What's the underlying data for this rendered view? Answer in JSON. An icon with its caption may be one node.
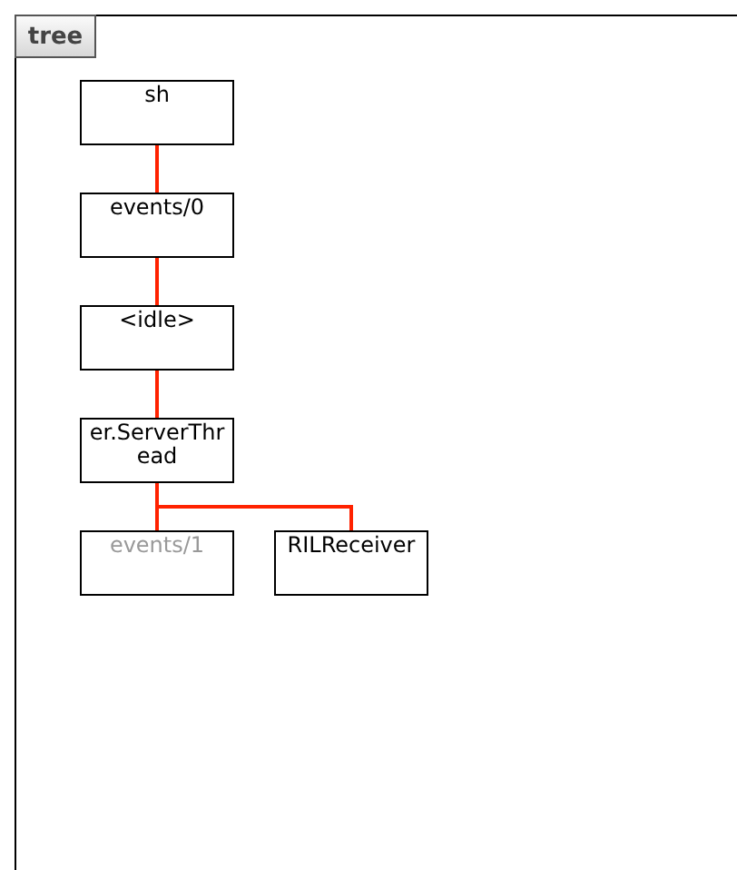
{
  "diagram": {
    "title": "tree",
    "nodes": [
      {
        "text": [
          "sh"
        ]
      },
      {
        "text": [
          "events/0"
        ]
      },
      {
        "text": [
          "<idle>"
        ]
      },
      {
        "text": [
          "er.ServerThread"
        ]
      },
      {
        "text": [
          "events/1"
        ]
      },
      {
        "text": [
          "RILReceiver"
        ]
      }
    ],
    "edges": [
      {
        "from": 0,
        "to": 1,
        "arrow": "none",
        "color": "#ff2200"
      },
      {
        "from": 1,
        "to": 2,
        "arrow": "none",
        "color": "#ff2200"
      },
      {
        "from": 2,
        "to": 3,
        "arrow": "none",
        "color": "#ff2200"
      },
      {
        "from": 3,
        "to": 4,
        "arrow": "none",
        "color": "#ff2200"
      },
      {
        "from": 3,
        "to": 5,
        "arrow": "none",
        "color": "#ff2200"
      }
    ]
  }
}
